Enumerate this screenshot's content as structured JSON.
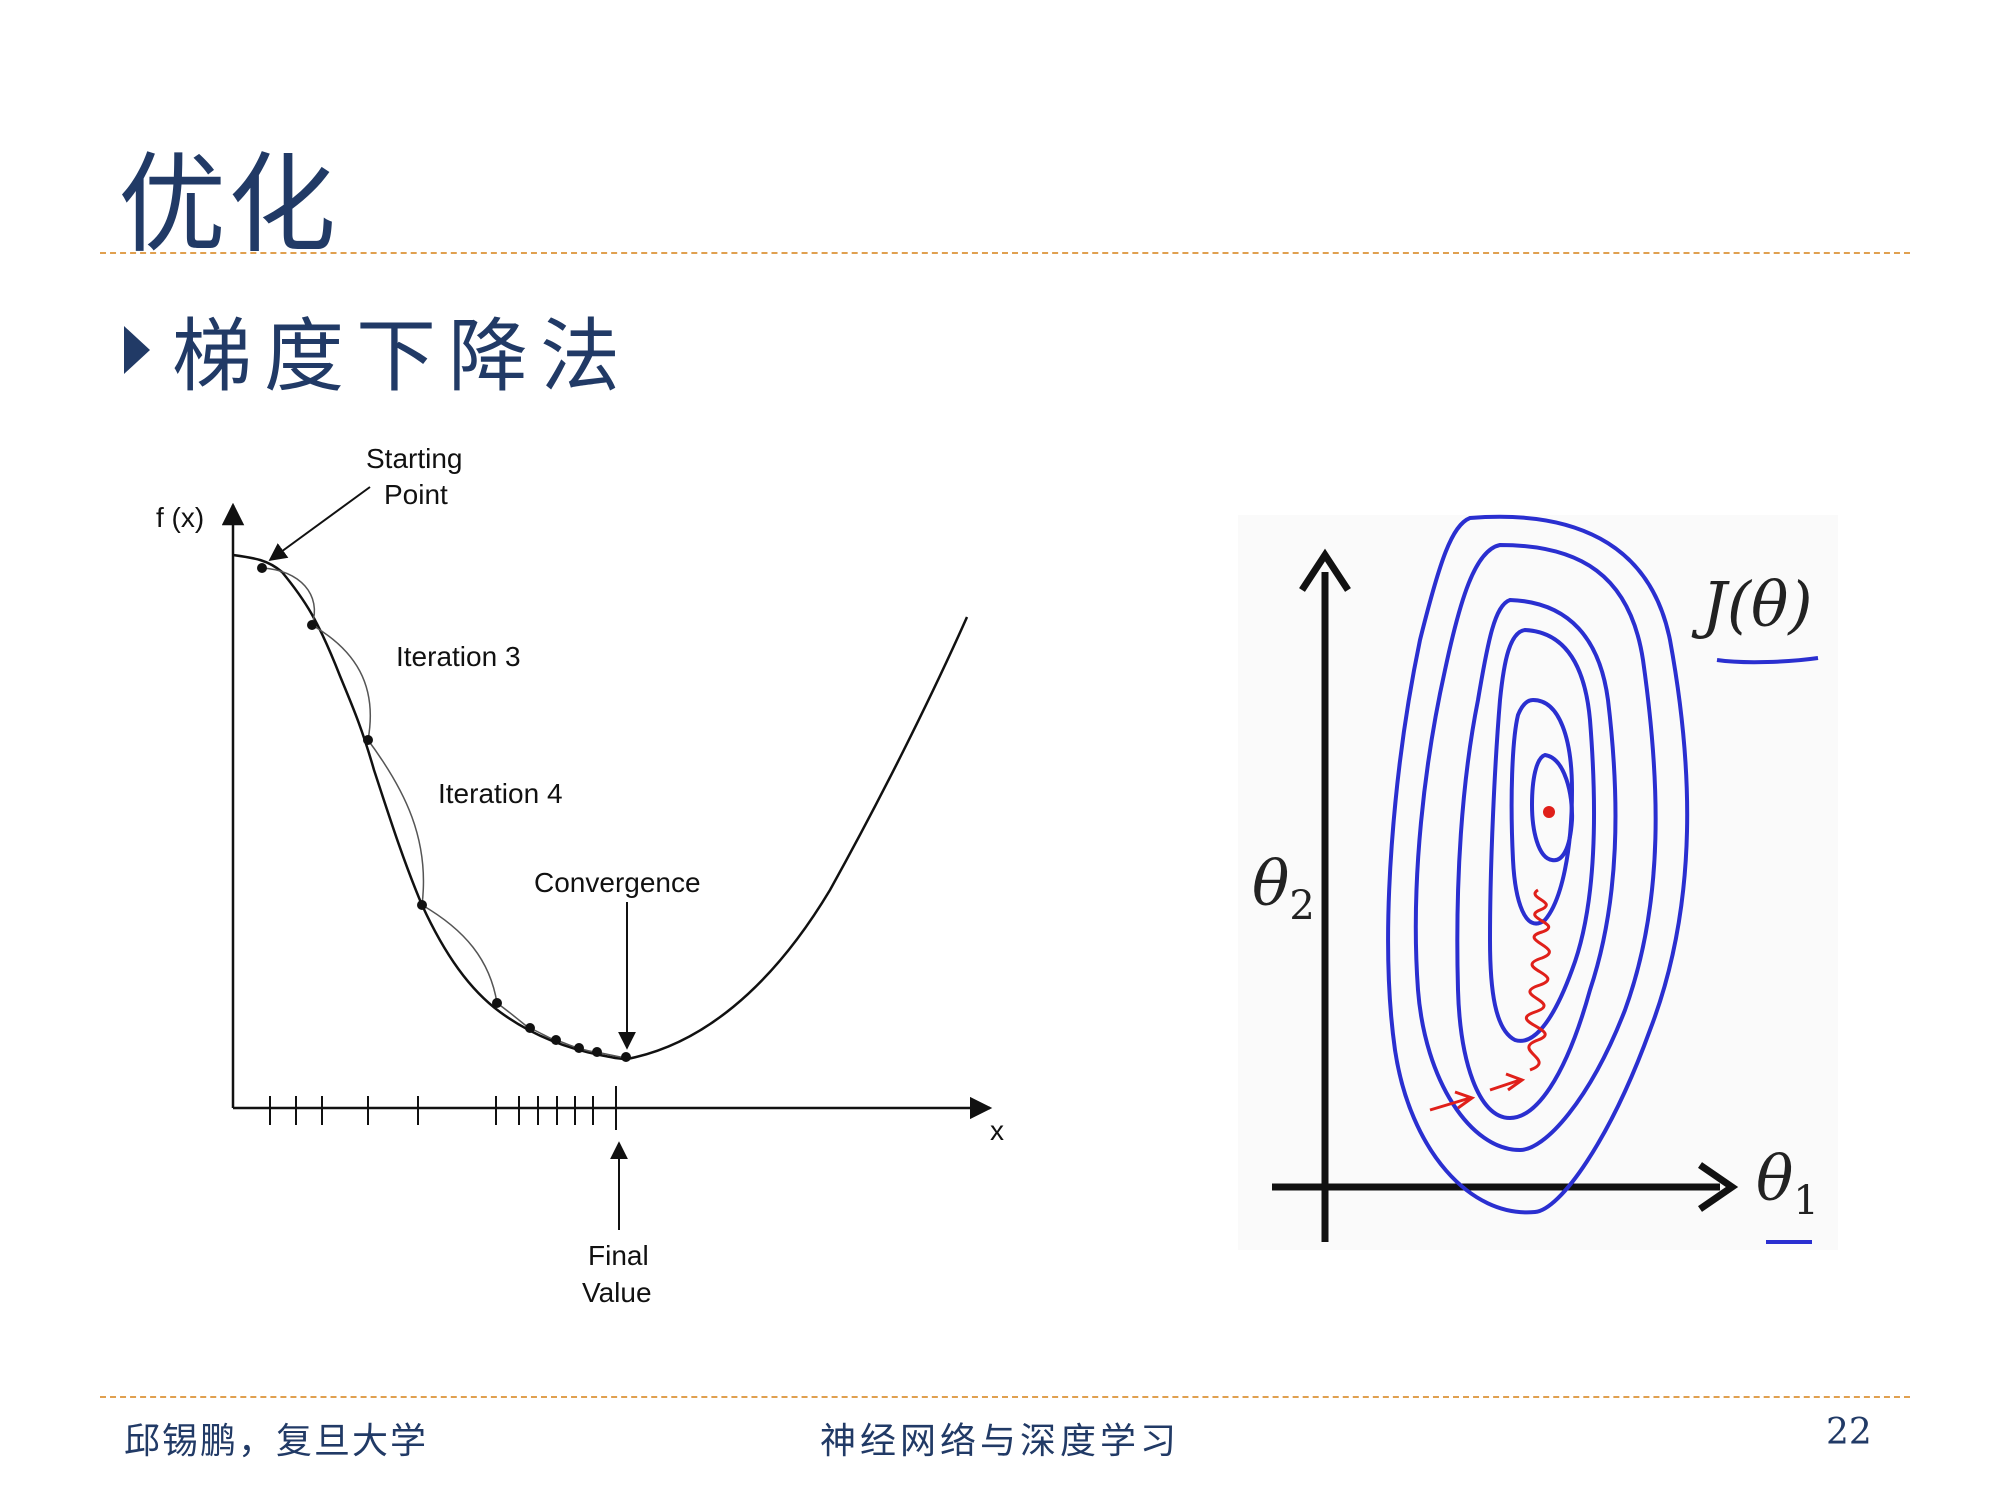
{
  "slide": {
    "title": "优化",
    "bullet": "梯度下降法",
    "page_number": "22"
  },
  "footer": {
    "left": "邱锡鹏，复旦大学",
    "center": "神经网络与深度学习"
  },
  "left_figure": {
    "y_axis_label": "f (x)",
    "x_axis_label": "x",
    "annotations": {
      "start_line1": "Starting",
      "start_line2": "Point",
      "iter3": "Iteration 3",
      "iter4": "Iteration 4",
      "convergence": "Convergence",
      "final_line1": "Final",
      "final_line2": "Value"
    }
  },
  "right_figure": {
    "cost_label": "J(θ)",
    "theta2_label": "θ",
    "theta2_sub": "2",
    "theta1_label": "θ",
    "theta1_sub": "1"
  },
  "colors": {
    "title": "#213a66",
    "rule": "#e0a050",
    "contour": "#2a2fd0",
    "path": "#e0201a"
  }
}
